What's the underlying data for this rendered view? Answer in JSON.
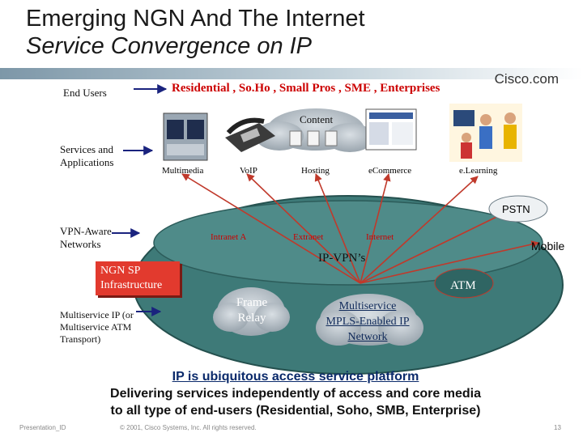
{
  "title": {
    "line1": "Emerging NGN And The Internet",
    "line2": "Service Convergence on IP"
  },
  "brand": "Cisco.com",
  "left_labels": {
    "end_users": "End Users",
    "services": "Services and Applications",
    "vpn": "VPN-Aware Networks",
    "ngn_sp": "NGN SP Infrastructure",
    "multiservice": "Multiservice IP (or Multiservice ATM Transport)"
  },
  "end_users_value": "Residential , So.Ho , Small Pros , SME , Enterprises",
  "content_label": "Content",
  "services": [
    "Multimedia",
    "VoIP",
    "Hosting",
    "eCommerce",
    "e.Learning"
  ],
  "vpn_items": [
    "Intranet A",
    "Extranet",
    "Internet"
  ],
  "ip_vpn": "IP-VPN’s",
  "pstn": "PSTN",
  "mobile": "Mobile",
  "atm": "ATM",
  "frame_relay": "Frame Relay",
  "mpls": "Multiservice MPLS-Enabled IP Network",
  "bottom": {
    "line1": "IP is ubiquitous access service platform",
    "line2": "Delivering services independently of access and core media",
    "line3": "to all type of end-users (Residential, Soho, SMB, Enterprise)"
  },
  "footer": {
    "session": "Presentation_ID",
    "copyright": "© 2001, Cisco Systems, Inc. All rights reserved.",
    "page": "13"
  },
  "colors": {
    "ellipse": "#3e7a78",
    "ngn_box": "#e23a2e",
    "arrow": "#c0392b",
    "band": "#7d97a8"
  }
}
